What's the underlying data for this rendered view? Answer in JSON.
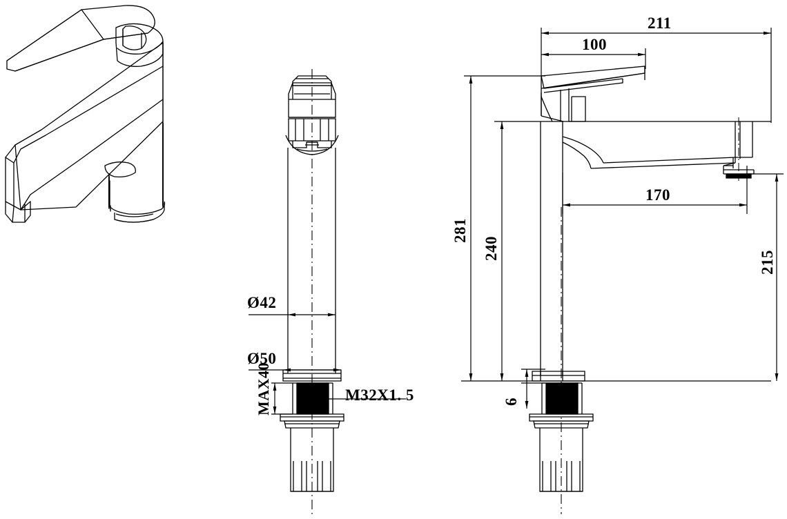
{
  "document": {
    "type": "engineering-drawing",
    "subject": "single-lever tall basin mixer faucet",
    "units": "mm",
    "line_color": "#000000",
    "background_color": "#ffffff"
  },
  "views": {
    "isometric": {
      "name": "perspective-view",
      "description": "3D line perspective of tall vessel basin faucet with flat paddle lever handle and straight rectangular spout"
    },
    "front": {
      "name": "front-elevation-view",
      "description": "front elevation showing cartridge head, Ø42 body column, Ø50 base, threaded shank and fixing bolt"
    },
    "side": {
      "name": "side-elevation-view",
      "description": "side elevation showing lever handle, spout projection and overall heights"
    }
  },
  "dimensions": {
    "front_view": [
      {
        "id": "dia-42",
        "label": "Ø42",
        "value": 42,
        "kind": "diameter",
        "note": "body column outside diameter"
      },
      {
        "id": "dia-50",
        "label": "Ø50",
        "value": 50,
        "kind": "diameter",
        "note": "base escutcheon diameter"
      },
      {
        "id": "max-40",
        "label": "MAX40",
        "value": 40,
        "kind": "linear-vertical",
        "note": "maximum deck / counter thickness"
      },
      {
        "id": "thread-m32",
        "label": "M32X1. 5",
        "value": "M32x1.5",
        "kind": "thread-callout",
        "note": "mounting shank thread"
      }
    ],
    "side_view": [
      {
        "id": "len-211",
        "label": "211",
        "value": 211,
        "kind": "linear-horizontal",
        "note": "overall depth including handle"
      },
      {
        "id": "len-100",
        "label": "100",
        "value": 100,
        "kind": "linear-horizontal",
        "note": "handle length"
      },
      {
        "id": "len-170",
        "label": "170",
        "value": 170,
        "kind": "linear-horizontal",
        "note": "spout reach"
      },
      {
        "id": "len-281",
        "label": "281",
        "value": 281,
        "kind": "linear-vertical",
        "note": "overall height to top of handle"
      },
      {
        "id": "len-240",
        "label": "240",
        "value": 240,
        "kind": "linear-vertical",
        "note": "height to top of body"
      },
      {
        "id": "len-215",
        "label": "215",
        "value": 215,
        "kind": "linear-vertical",
        "note": "spout outlet height"
      },
      {
        "id": "len-6",
        "label": "6",
        "value": 6,
        "kind": "linear-vertical",
        "note": "base plate / washer thickness"
      }
    ]
  }
}
